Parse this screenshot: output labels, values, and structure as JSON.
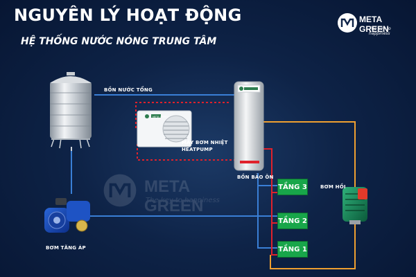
{
  "title": "NGUYÊN LÝ HOẠT ĐỘNG",
  "subtitle": "HỆ THỐNG NƯỚC NÓNG TRUNG TÂM",
  "logo": {
    "brand": "META GREEN",
    "tagline": "The key to happiness"
  },
  "watermark": {
    "brand": "META GREEN",
    "tagline": "The key to happiness"
  },
  "labels": {
    "storage_tank": "BỒN NƯỚC TỔNG",
    "heatpump_line1": "MÁY BƠM NHIỆT",
    "heatpump_line2": "HEATPUMP",
    "insulated_tank": "BỒN BẢO ÔN",
    "booster_pump": "BƠM TĂNG ÁP",
    "return_pump": "BƠM HỒI"
  },
  "heatpump_brand": "META GREEN",
  "floors": [
    "TẦNG 3",
    "TẦNG 2",
    "TẦNG 1"
  ],
  "colors": {
    "cold_pipe": "#3a7fd6",
    "hot_pipe": "#e0212b",
    "return_pipe": "#f0a030",
    "floor_box": "#18a64a",
    "heatpump_dashed": "#e0212b"
  }
}
